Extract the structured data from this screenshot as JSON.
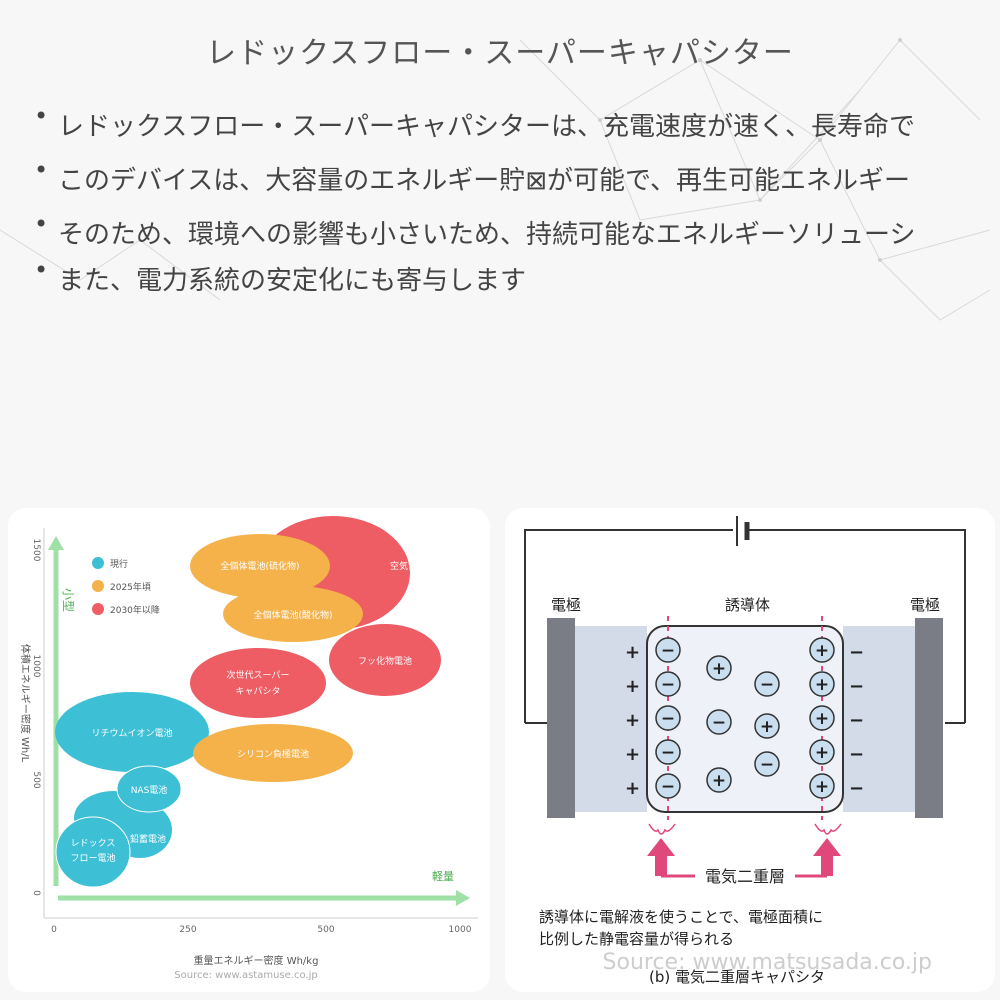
{
  "title": "レドックスフロー・スーパーキャパシター",
  "bullets": [
    "レドックスフロー・スーパーキャパシターは、充電速度が速く、長寿命で",
    "このデバイスは、大容量のエネルギー貯⊠が可能で、再生可能エネルギー",
    "そのため、環境への影響も小さいため、持続可能なエネルギーソリューシ",
    "また、電力系統の安定化にも寄与します"
  ],
  "left_chart": {
    "ylabel": "体積エネルギー密度 Wh/L",
    "xlabel": "重量エネルギー密度 Wh/kg",
    "y_ticks": [
      "0",
      "500",
      "1000",
      "1500"
    ],
    "x_ticks": [
      "0",
      "250",
      "500",
      "1000"
    ],
    "y_arrow_label": "小型",
    "x_arrow_label": "軽量",
    "source": "Source: www.astamuse.co.jp",
    "legend": [
      {
        "label": "現行",
        "color": "#3dbfd6"
      },
      {
        "label": "2025年頃",
        "color": "#f5b24a"
      },
      {
        "label": "2030年以降",
        "color": "#ee5c64"
      }
    ],
    "bubbles": [
      {
        "label": "全個体電池(硫化物)",
        "color": "#f5b24a"
      },
      {
        "label": "空気電池",
        "color": "#ee5c64"
      },
      {
        "label": "全個体電池(酸化物)",
        "color": "#f5b24a"
      },
      {
        "label": "フッ化物電池",
        "color": "#ee5c64"
      },
      {
        "label": "次世代スーパー",
        "label2": "キャパシタ",
        "color": "#ee5c64"
      },
      {
        "label": "リチウムイオン電池",
        "color": "#3dbfd6"
      },
      {
        "label": "シリコン負極電池",
        "color": "#f5b24a"
      },
      {
        "label": "NAS電池",
        "color": "#3dbfd6"
      },
      {
        "label": "鉛蓄電池",
        "color": "#3dbfd6"
      },
      {
        "label": "レドックス",
        "label2": "フロー電池",
        "color": "#3dbfd6"
      }
    ]
  },
  "right_diagram": {
    "electrode_left": "電極",
    "electrode_right": "電極",
    "dielectric": "誘導体",
    "layer_label": "電気二重層",
    "desc_line1": "誘導体に電解液を使うことで、電極面積に",
    "desc_line2": "比例した静電容量が得られる",
    "caption": "(b) 電気二重層キャパシタ",
    "plus": "+",
    "minus": "−"
  },
  "page_source": "Source: www.matsusada.co.jp"
}
